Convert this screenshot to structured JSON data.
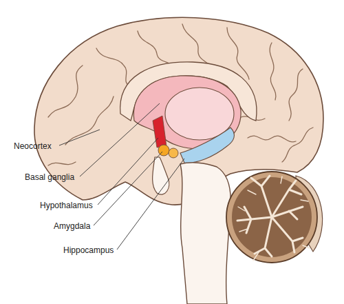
{
  "diagram": {
    "labels": [
      "Neocortex",
      "Basal ganglia",
      "Hypothalamus",
      "Amygdala",
      "Hippocampus"
    ]
  }
}
